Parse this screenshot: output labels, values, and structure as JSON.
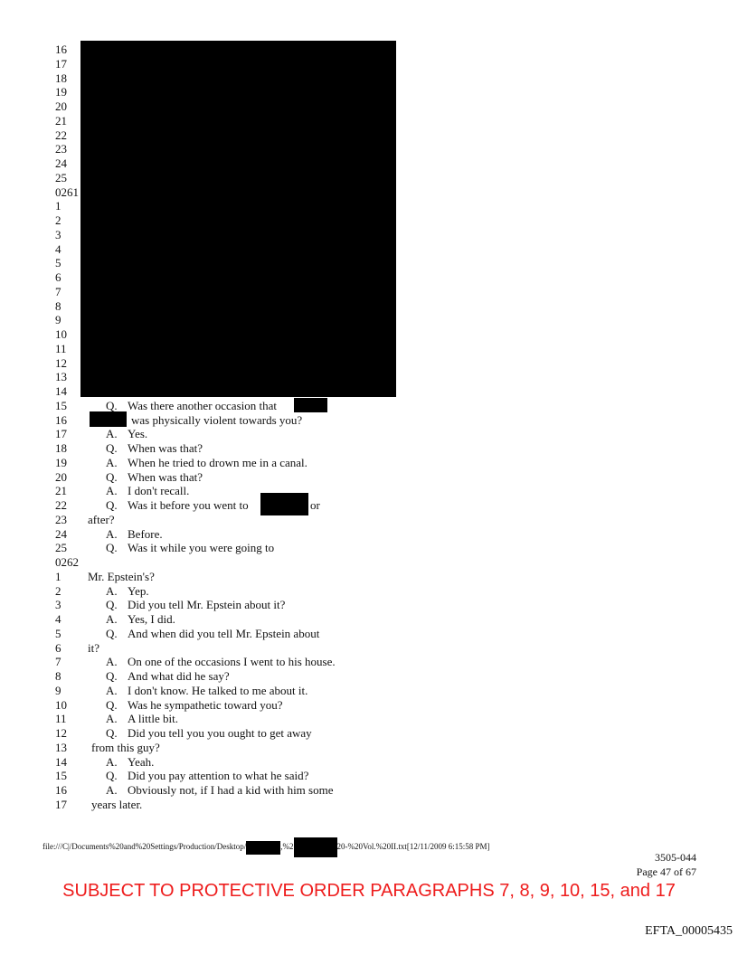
{
  "lines": [
    {
      "num": "16"
    },
    {
      "num": "17"
    },
    {
      "num": "18"
    },
    {
      "num": "19"
    },
    {
      "num": "20"
    },
    {
      "num": "21"
    },
    {
      "num": "22"
    },
    {
      "num": "23"
    },
    {
      "num": "24"
    },
    {
      "num": "25"
    },
    {
      "num": "0261"
    },
    {
      "num": "1"
    },
    {
      "num": "2"
    },
    {
      "num": "3"
    },
    {
      "num": "4"
    },
    {
      "num": "5"
    },
    {
      "num": "6"
    },
    {
      "num": "7"
    },
    {
      "num": "8"
    },
    {
      "num": "9"
    },
    {
      "num": "10"
    },
    {
      "num": "11"
    },
    {
      "num": "12"
    },
    {
      "num": "13"
    },
    {
      "num": "14"
    },
    {
      "num": "15",
      "mk": "Q.",
      "tx": "Was there another occasion that"
    },
    {
      "num": "16",
      "tx2": "was physically violent towards you?"
    },
    {
      "num": "17",
      "mk": "A.",
      "tx": "Yes."
    },
    {
      "num": "18",
      "mk": "Q.",
      "tx": "When was that?"
    },
    {
      "num": "19",
      "mk": "A.",
      "tx": "When he tried to drown me in a canal."
    },
    {
      "num": "20",
      "mk": "Q.",
      "tx": "When was that?"
    },
    {
      "num": "21",
      "mk": "A.",
      "tx": "I don't recall."
    },
    {
      "num": "22",
      "mk": "Q.",
      "tx": "Was it before you went to",
      "tail": "or"
    },
    {
      "num": "23",
      "cont": "after?"
    },
    {
      "num": "24",
      "mk": "A.",
      "tx": "Before."
    },
    {
      "num": "25",
      "mk": "Q.",
      "tx": "Was it while you were going to"
    },
    {
      "num": "0262"
    },
    {
      "num": "1",
      "cont": "Mr. Epstein's?"
    },
    {
      "num": "2",
      "mk": "A.",
      "tx": "Yep."
    },
    {
      "num": "3",
      "mk": "Q.",
      "tx": "Did you tell Mr. Epstein about it?"
    },
    {
      "num": "4",
      "mk": "A.",
      "tx": "Yes, I did."
    },
    {
      "num": "5",
      "mk": "Q.",
      "tx": "And when did you tell Mr. Epstein about"
    },
    {
      "num": "6",
      "cont": "it?"
    },
    {
      "num": "7",
      "mk": "A.",
      "tx": "On one of the occasions I went to his house."
    },
    {
      "num": "8",
      "mk": "Q.",
      "tx": "And what did he say?"
    },
    {
      "num": "9",
      "mk": "A.",
      "tx": "I don't know.  He talked to me about it."
    },
    {
      "num": "10",
      "mk": "Q.",
      "tx": "Was he sympathetic toward you?"
    },
    {
      "num": "11",
      "mk": "A.",
      "tx": "A little bit."
    },
    {
      "num": "12",
      "mk": "Q.",
      "tx": "Did you tell you you ought to get away"
    },
    {
      "num": "13",
      "cont2": "from this guy?"
    },
    {
      "num": "14",
      "mk": "A.",
      "tx": "Yeah."
    },
    {
      "num": "15",
      "mk": "Q.",
      "tx": "Did you pay attention to what he said?"
    },
    {
      "num": "16",
      "mk": "A.",
      "tx": "Obviously not, if I had a kid with him some"
    },
    {
      "num": "17",
      "cont2": "years later."
    }
  ],
  "footer": {
    "path_part1": "file:///C|/Documents%20and%20Settings/Production/Desktop/",
    "path_part2": ",%2",
    "path_part3": "20-%20Vol.%20II.txt[12/11/2009 6:15:58 PM]",
    "doc_number": "3505-044",
    "page": "Page 47 of 67",
    "protective_order": "SUBJECT TO PROTECTIVE ORDER PARAGRAPHS 7, 8, 9, 10, 15, and 17",
    "bates": "EFTA_00005435"
  },
  "colors": {
    "protective": "#ee1c1c",
    "redaction": "#000000"
  }
}
